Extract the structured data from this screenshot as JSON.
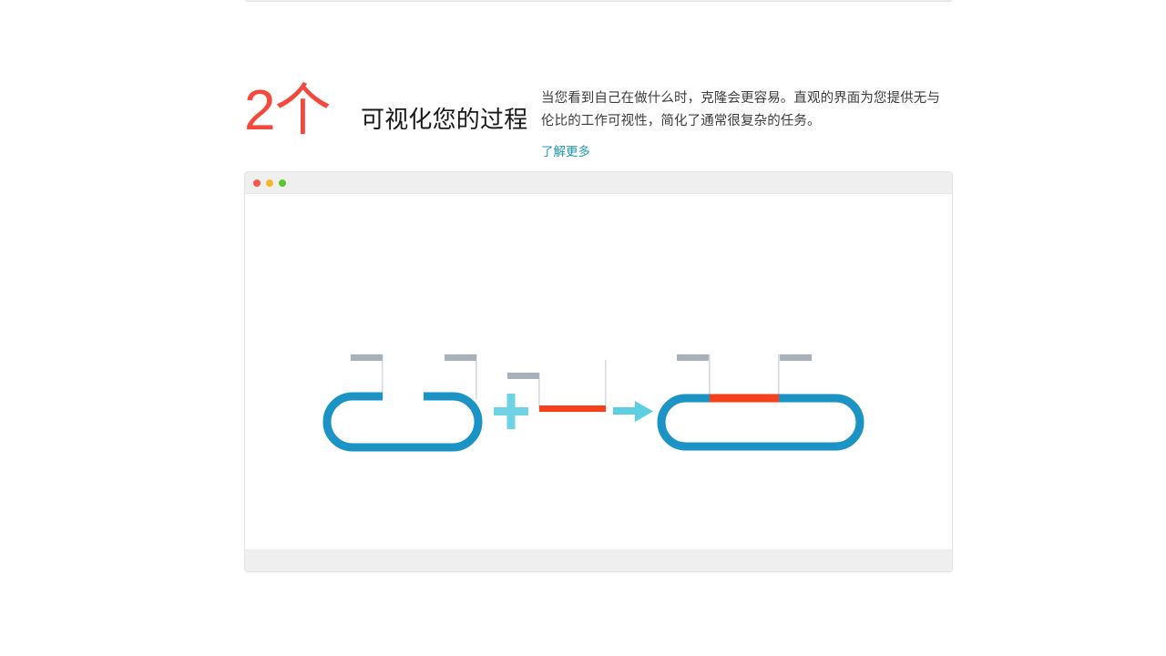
{
  "feature": {
    "step_number": "2个",
    "step_number_color": "#f4483c",
    "heading": "可视化您的过程",
    "body": "当您看到自己在做什么时，克隆会更容易。直观的界面为您提供无与伦比的工作可视性，简化了通常很复杂的任务。",
    "learn_more_label": "了解更多",
    "learn_more_color": "#1f9bb0"
  },
  "browser_mockup": {
    "traffic_lights": [
      {
        "name": "close",
        "color": "#f8584a"
      },
      {
        "name": "minimize",
        "color": "#f9b42d"
      },
      {
        "name": "maximize",
        "color": "#5fc52e"
      }
    ],
    "chrome_background": "#efefef",
    "border_color": "#e3e3e3"
  },
  "diagram": {
    "type": "molecular-cloning-schematic",
    "colors": {
      "vector_blue": "#1b93c4",
      "insert_red": "#f6401c",
      "operator_cyan": "#6dd3e5",
      "feature_label_gray": "#a6b1ba",
      "tick_line_gray": "#d5dce1"
    },
    "operators": {
      "plus": "+",
      "arrow": "→"
    },
    "elements": [
      {
        "name": "linearized-vector",
        "shape": "open-plasmid",
        "color": "#1b93c4",
        "label_markers": 2
      },
      {
        "name": "plus-operator",
        "shape": "plus",
        "color": "#6dd3e5"
      },
      {
        "name": "dna-insert",
        "shape": "linear-fragment",
        "color": "#f6401c",
        "label_markers": 1
      },
      {
        "name": "arrow-operator",
        "shape": "arrow-right",
        "color": "#6dd3e5"
      },
      {
        "name": "recombinant-plasmid",
        "shape": "closed-plasmid",
        "color": "#1b93c4",
        "insert_color": "#f6401c",
        "label_markers": 2
      }
    ]
  }
}
